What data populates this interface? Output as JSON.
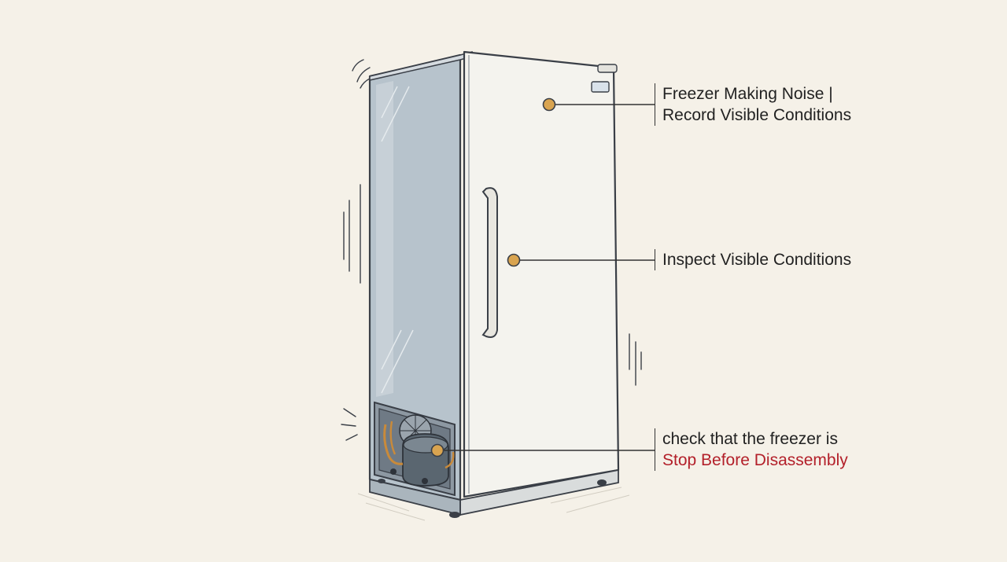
{
  "colors": {
    "background": "#f5f1e8",
    "outline": "#3a3f47",
    "side_panel": "#b7c3cc",
    "door": "#f4f3ee",
    "marker": "#d9a450",
    "warning_text": "#b3202a"
  },
  "callouts": [
    {
      "lines": [
        "Freezer Making Noise |",
        "Record Visible Conditions"
      ]
    },
    {
      "lines": [
        "Inspect Visible Conditions"
      ]
    },
    {
      "lines": [
        "check that the freezer is",
        "Stop Before Disassembly"
      ]
    }
  ]
}
